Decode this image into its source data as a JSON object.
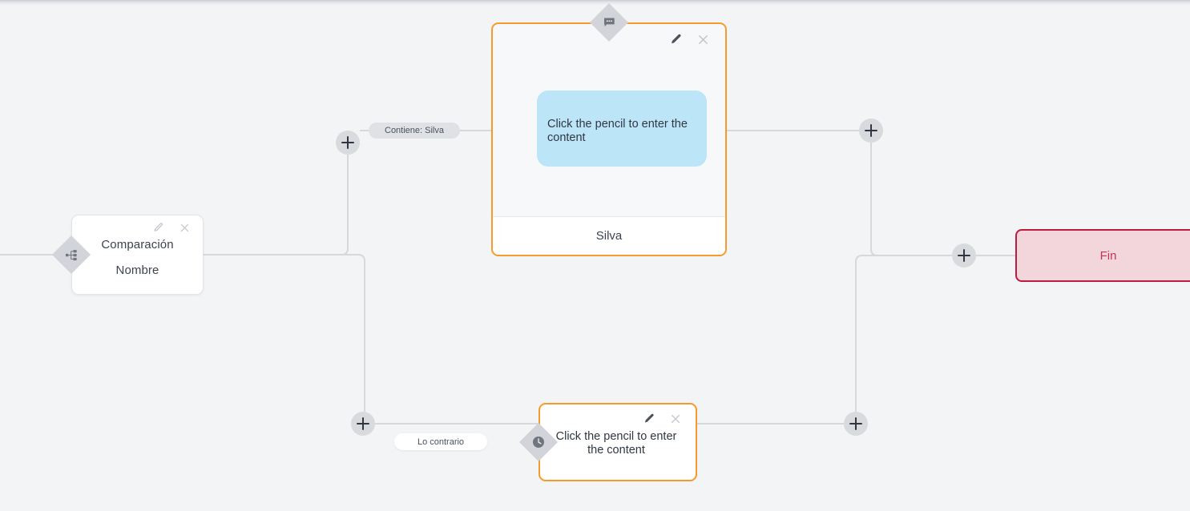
{
  "canvas": {
    "background_color": "#f2f4f6",
    "edge_color": "#d6d8dc"
  },
  "nodes": {
    "comparison": {
      "name": "Comparación",
      "title": "Comparación",
      "subtitle": "Nombre",
      "edit_icon": "pencil-icon",
      "close_icon": "close-icon",
      "handle_icon": "branch-icon"
    },
    "message_main": {
      "handle_icon": "chat-bubble-icon",
      "edit_icon": "pencil-icon",
      "close_icon": "close-icon",
      "bubble_text": "Click the pencil to enter the content",
      "footer_label": "Silva",
      "border_color": "#f79a2b",
      "bubble_color": "#bde5f8"
    },
    "message_alt": {
      "handle_icon": "clock-icon",
      "edit_icon": "pencil-icon",
      "close_icon": "close-icon",
      "text": "Click the pencil to enter the content",
      "border_color": "#f79a2b"
    },
    "end": {
      "label": "Fin",
      "fill_color": "#f3d6dc",
      "border_color": "#bf1b41",
      "text_color": "#c03654"
    }
  },
  "edge_labels": {
    "branch_true": "Contiene: Silva",
    "branch_false": "Lo contrario"
  },
  "add_buttons": [
    {
      "id": "add-top-left",
      "label": "+"
    },
    {
      "id": "add-top-right",
      "label": "+"
    },
    {
      "id": "add-bottom-left",
      "label": "+"
    },
    {
      "id": "add-bottom-right",
      "label": "+"
    },
    {
      "id": "add-end",
      "label": "+"
    }
  ]
}
